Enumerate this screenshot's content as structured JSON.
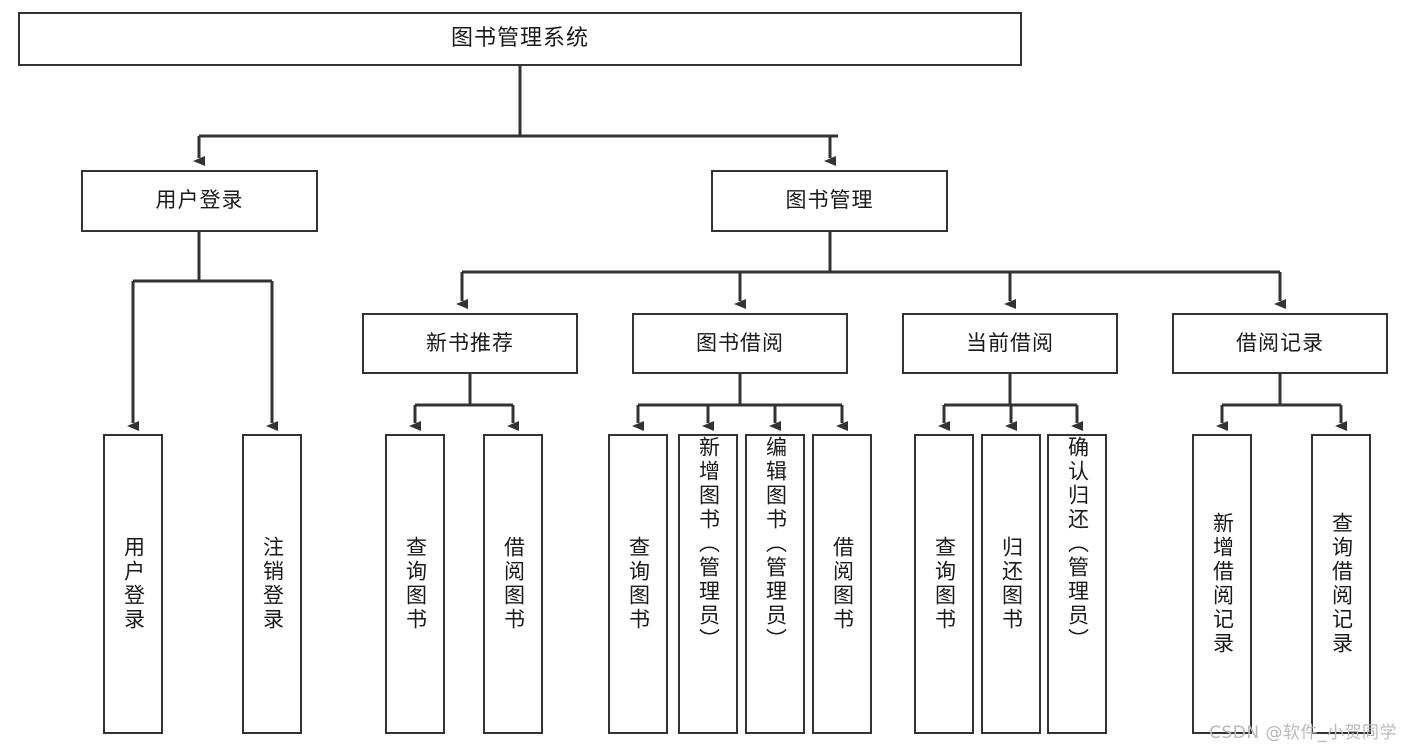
{
  "diagram": {
    "title": "图书管理系统",
    "type": "hierarchy-tree",
    "root": {
      "label": "图书管理系统"
    },
    "level2": [
      {
        "label": "用户登录"
      },
      {
        "label": "图书管理"
      }
    ],
    "level3": [
      {
        "label": "新书推荐"
      },
      {
        "label": "图书借阅"
      },
      {
        "label": "当前借阅"
      },
      {
        "label": "借阅记录"
      }
    ],
    "leaves": {
      "user_login": [
        {
          "label": "用户登录"
        },
        {
          "label": "注销登录"
        }
      ],
      "new_book_recommend": [
        {
          "label": "查询图书"
        },
        {
          "label": "借阅图书"
        }
      ],
      "book_borrow": [
        {
          "label": "查询图书"
        },
        {
          "label": "新增图书（管理员）"
        },
        {
          "label": "编辑图书（管理员）"
        },
        {
          "label": "借阅图书"
        }
      ],
      "current_borrow": [
        {
          "label": "查询图书"
        },
        {
          "label": "归还图书"
        },
        {
          "label": "确认归还（管理员）"
        }
      ],
      "borrow_record": [
        {
          "label": "新增借阅记录"
        },
        {
          "label": "查询借阅记录"
        }
      ]
    }
  },
  "watermark": {
    "text": "CSDN @软件_小贺同学"
  },
  "colors": {
    "stroke": "#333333",
    "fill": "#ffffff",
    "text": "#1a1a1a",
    "watermark": "#b9b9b9"
  }
}
